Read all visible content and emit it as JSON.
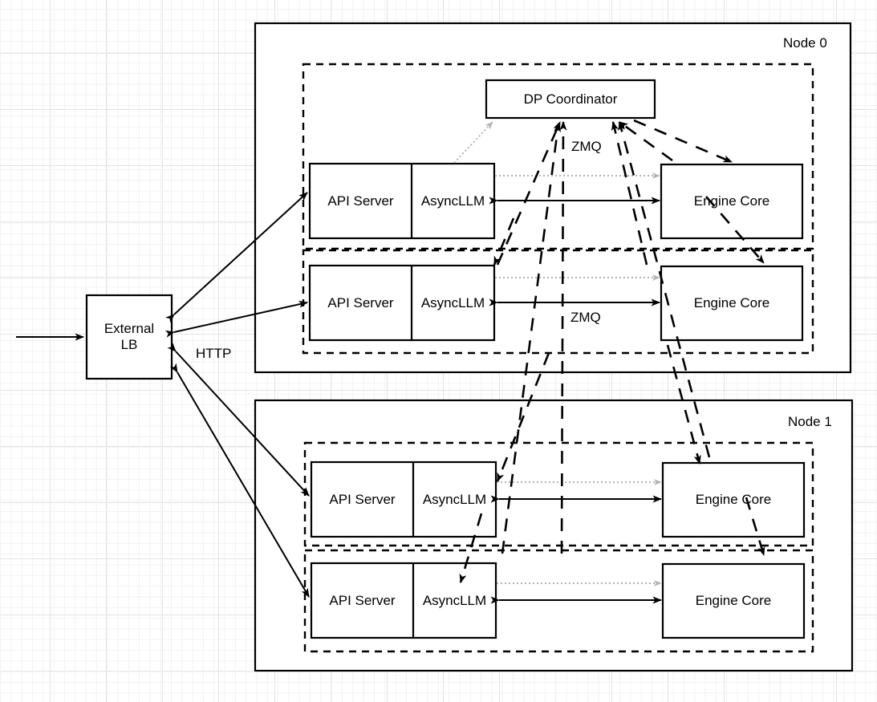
{
  "diagram": {
    "title": "vLLM data-parallel deployment topology",
    "colors": {
      "stroke": "#000000",
      "gray_dotted": "#b3b3b3",
      "grid_minor": "#f2f2f2",
      "grid_major": "#e2e2e2",
      "box_fill": "#ffffff"
    }
  },
  "external": {
    "lb_line1": "External",
    "lb_line2": "LB",
    "http_label": "HTTP"
  },
  "coordinator": {
    "label": "DP Coordinator",
    "zmq_label_top": "ZMQ"
  },
  "nodes": [
    {
      "name": "Node 0",
      "groups": [
        {
          "api_server": "API Server",
          "async_llm": "AsyncLLM",
          "engine_core": "Engine Core",
          "zmq_label": ""
        },
        {
          "api_server": "API Server",
          "async_llm": "AsyncLLM",
          "engine_core": "Engine Core",
          "zmq_label": "ZMQ"
        }
      ]
    },
    {
      "name": "Node 1",
      "groups": [
        {
          "api_server": "API Server",
          "async_llm": "AsyncLLM",
          "engine_core": "Engine Core",
          "zmq_label": ""
        },
        {
          "api_server": "API Server",
          "async_llm": "AsyncLLM",
          "engine_core": "Engine Core",
          "zmq_label": ""
        }
      ]
    }
  ]
}
